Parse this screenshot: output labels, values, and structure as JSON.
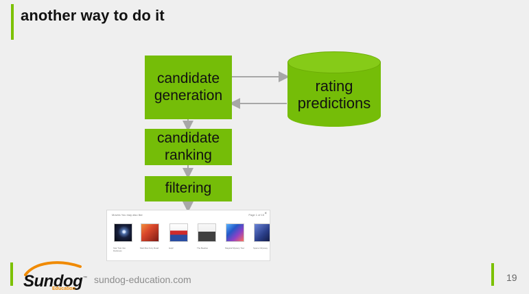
{
  "slide": {
    "title": "another way to do it",
    "page_number": "19"
  },
  "diagram": {
    "nodes": {
      "candidate_generation": "candidate\ngeneration",
      "candidate_ranking": "candidate\nranking",
      "filtering": "filtering",
      "rating_predictions": "rating\npredictions"
    }
  },
  "footer": {
    "logo_main": "Sundog",
    "logo_tm": "™",
    "logo_sub": "Education",
    "url": "sundog-education.com"
  },
  "results_preview": {
    "header_text": "Movies   You may also like",
    "page_text": "Page 1 of 15",
    "close_label": "×",
    "items": [
      "Star Trek Into Darkness",
      "Mad Max Fury Road",
      "Help!",
      "The Beatles",
      "Magical Mystery Tour",
      "Space Odyssey"
    ]
  },
  "colors": {
    "accent_green": "#75bd08",
    "accent_orange": "#f08a00"
  },
  "icons": {
    "logo": "sundog-logo",
    "close": "close-icon"
  }
}
